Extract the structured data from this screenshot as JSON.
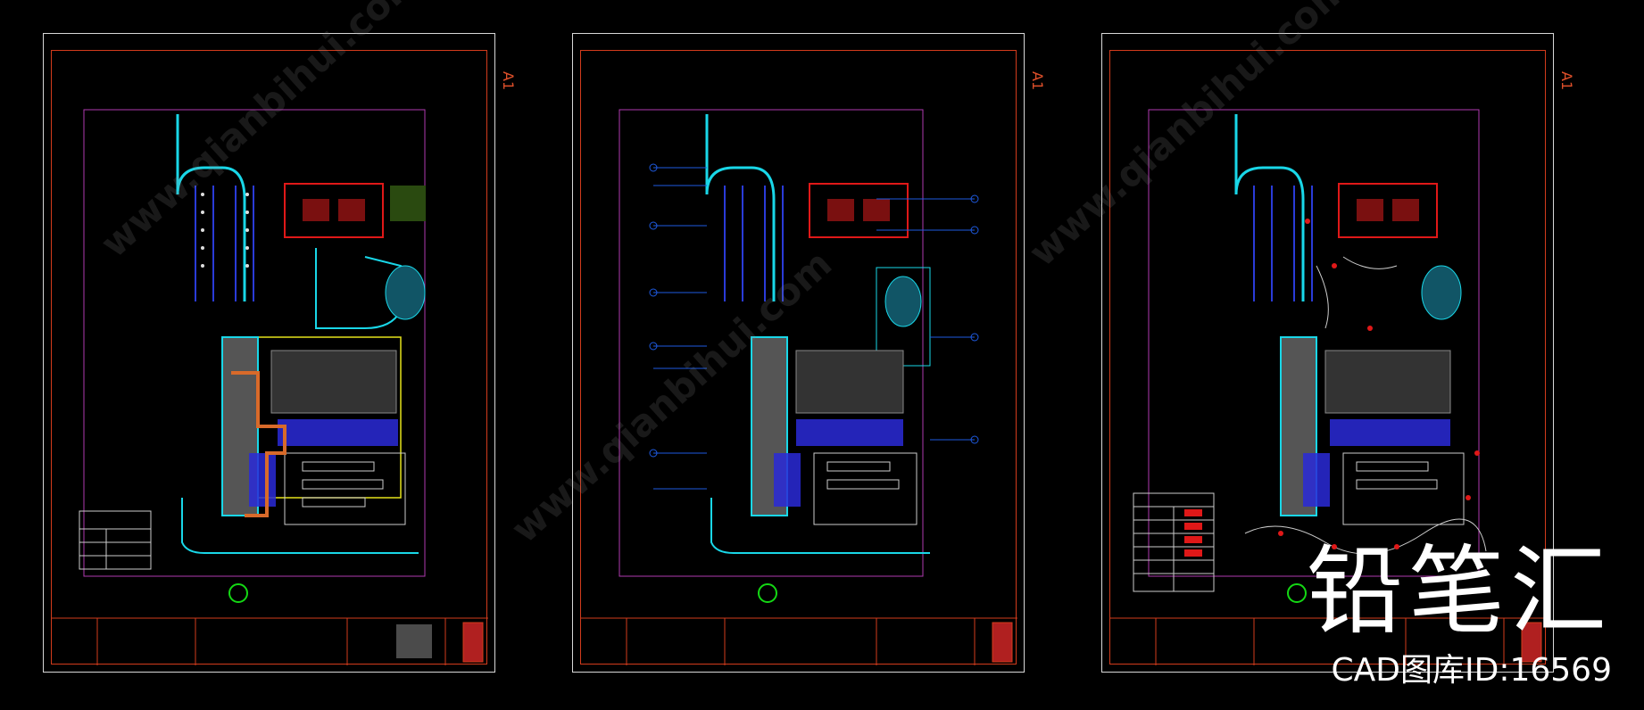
{
  "sheets": [
    {
      "label": "A1"
    },
    {
      "label": "A1"
    },
    {
      "label": "A1"
    }
  ],
  "watermark": {
    "brand": "铅笔汇",
    "id_line": "CAD图库ID:16569"
  },
  "background_watermark": {
    "text": "www.qianbihui.com"
  },
  "colors": {
    "background": "#000000",
    "frame": "#d8d8d8",
    "border": "#d23b1c",
    "cyan": "#19d7e8",
    "magenta": "#b03ab0",
    "yellow": "#e6e21a",
    "blue": "#2a3bd8",
    "red": "#e01818",
    "green": "#14d814"
  }
}
